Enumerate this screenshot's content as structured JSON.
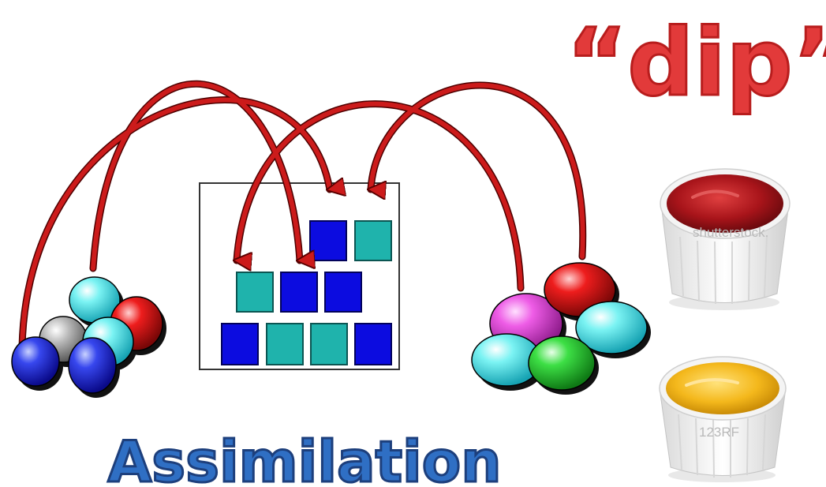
{
  "title": "“dip”",
  "caption": "Assimilation",
  "watermarks": {
    "ketchup": "shutterstock.",
    "mustard": "123RF"
  },
  "colors": {
    "arrow": "#cc1b1b",
    "blue_square": "#0c0ce0",
    "teal_square": "#1fb3ac",
    "title_red": "#e23a3a",
    "caption_blue": "#2f6fc4",
    "ketchup": "#a8141a",
    "mustard": "#f4b81c"
  },
  "icons": {
    "left_cluster": "molecule-cluster-icon",
    "right_cluster": "molecule-cluster-icon",
    "ketchup": "ketchup-dip-bowl-icon",
    "mustard": "mustard-dip-bowl-icon"
  }
}
